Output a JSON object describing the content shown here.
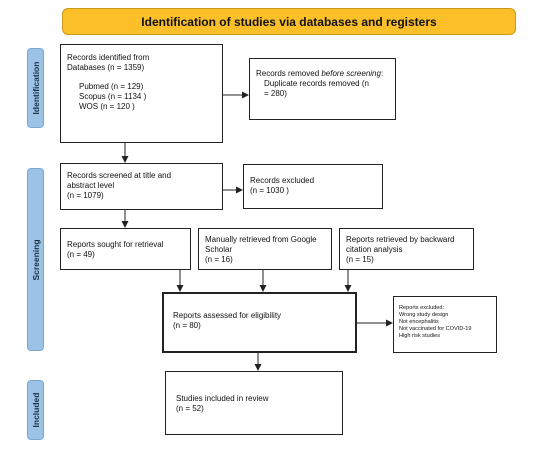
{
  "header": {
    "title": "Identification of studies via databases and registers"
  },
  "sections": {
    "identification": "Identification",
    "screening": "Screening",
    "included": "Included"
  },
  "identified": {
    "line1": "Records identified from",
    "line2": "Databases (n = 1359)",
    "db_pubmed": "Pubmed (n = 129)",
    "db_scopus": "Scopus (n = 1134 )",
    "db_wos": "WOS (n = 120 )"
  },
  "removed": {
    "prefix": "Records removed ",
    "italic": "before screening",
    "suffix": ":",
    "line2": "Duplicate records removed  (n",
    "line3": "= 280)"
  },
  "screened": {
    "line1": "Records screened at title and",
    "line2": "abstract level",
    "line3": "(n = 1079)"
  },
  "excluded": {
    "line1": "Records excluded",
    "line2": "(n = 1030 )"
  },
  "sought": {
    "line1": "Reports sought for retrieval",
    "line2": "(n = 49)"
  },
  "manual": {
    "line1": "Manually retrieved from Google",
    "line2": "Scholar",
    "line3": "(n = 16)"
  },
  "backward": {
    "line1": "Reports retrieved by backward",
    "line2": "citation analysis",
    "line3": "(n = 15)"
  },
  "assessed": {
    "line1": "Reports assessed for eligibility",
    "line2": "(n = 80)"
  },
  "reports_excluded": {
    "line1": "Reports excluded:",
    "line2": "Wrong study design",
    "line3": "Not encephalitis",
    "line4": "Not vaccinated for COVID-19",
    "line5": "High risk studies"
  },
  "included": {
    "line1": "Studies included in review",
    "line2": "(n = 52)"
  }
}
